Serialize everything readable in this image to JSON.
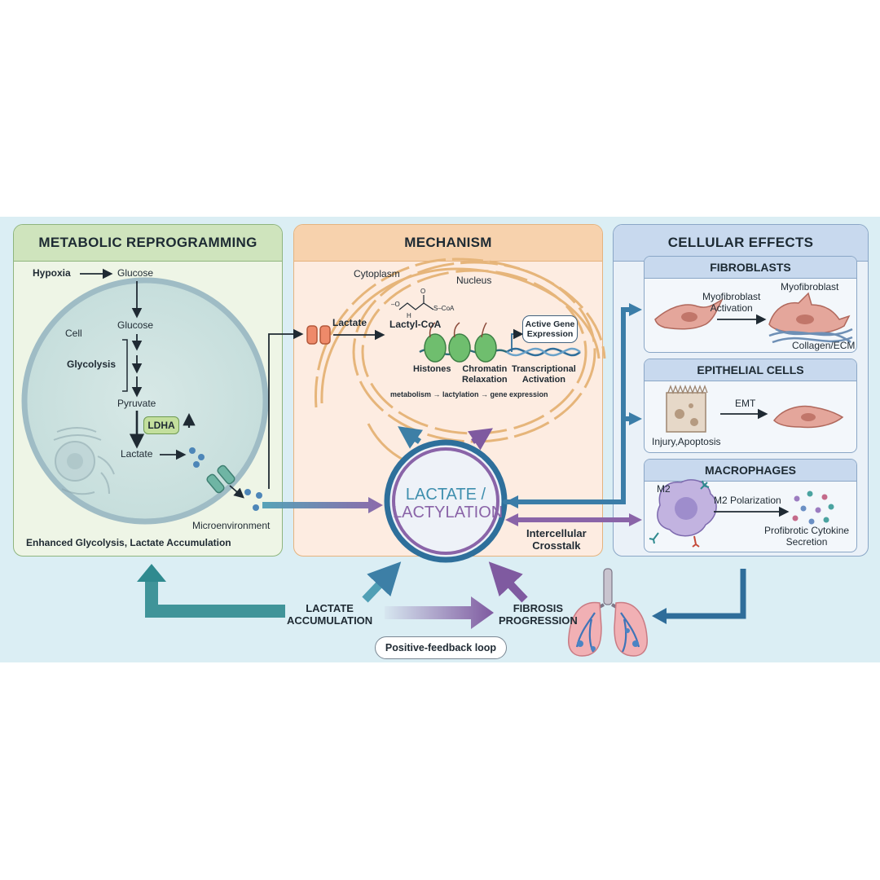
{
  "panels": {
    "metabolic": {
      "title": "METABOLIC REPROGRAMMING",
      "hypoxia": "Hypoxia",
      "glucose_outside": "Glucose",
      "cell": "Cell",
      "glucose_inside": "Glucose",
      "glycolysis": "Glycolysis",
      "pyruvate": "Pyruvate",
      "ldha": "LDHA",
      "lactate": "Lactate",
      "microenvironment": "Microenvironment",
      "footer": "Enhanced Glycolysis, Lactate Accumulation"
    },
    "mechanism": {
      "title": "MECHANISM",
      "cytoplasm": "Cytoplasm",
      "nucleus": "Nucleus",
      "lactate": "Lactate",
      "lactyl_coa": "Lactyl-CoA",
      "formula_o": "–O",
      "formula_h": "H",
      "formula_coa": "S–CoA",
      "formula_o2": "O",
      "active_gene_1": "Active Gene",
      "active_gene_2": "Expression",
      "histones": "Histones",
      "chromatin_1": "Chromatin",
      "chromatin_2": "Relaxation",
      "transcriptional_1": "Transcriptional",
      "transcriptional_2": "Activation",
      "flow": "metabolism → lactylation → gene expression"
    },
    "effects": {
      "title": "CELLULAR EFFECTS",
      "fibroblasts": {
        "title": "FIBROBLASTS",
        "activation_1": "Myofibroblast",
        "activation_2": "Activation",
        "myofibroblast": "Myofibroblast",
        "collagen": "Collagen/ECM"
      },
      "epithelial": {
        "title": "EPITHELIAL CELLS",
        "emt": "EMT",
        "injury": "Injury,Apoptosis"
      },
      "macrophages": {
        "title": "MACROPHAGES",
        "m2": "M2",
        "polarization": "M2 Polarization",
        "cytokine_1": "Profibrotic Cytokine",
        "cytokine_2": "Secretion"
      }
    }
  },
  "center": {
    "line1": "LACTATE /",
    "line2": "LACTYLATION"
  },
  "crosstalk": {
    "line1": "Intercellular",
    "line2": "Crosstalk"
  },
  "feedback": {
    "lactate_1": "LACTATE",
    "lactate_2": "ACCUMULATION",
    "fibrosis_1": "FIBROSIS",
    "fibrosis_2": "PROGRESSION",
    "loop": "Positive-feedback loop"
  },
  "colors": {
    "metabolic_bg": "#eef5e6",
    "mechanism_bg": "#fdece1",
    "effects_bg": "#eaf1f8",
    "lactate_teal": "#3f8fae",
    "lactylation_purple": "#8a64a8",
    "arrow_teal": "#2f8a8f",
    "arrow_purple": "#7f5aa0"
  },
  "icons": [
    "lung-icon",
    "membrane-channel-icon",
    "fibroblast-cell-icon",
    "epithelial-cell-icon",
    "macrophage-cell-icon",
    "nucleosome-icon",
    "dna-helix-icon"
  ]
}
